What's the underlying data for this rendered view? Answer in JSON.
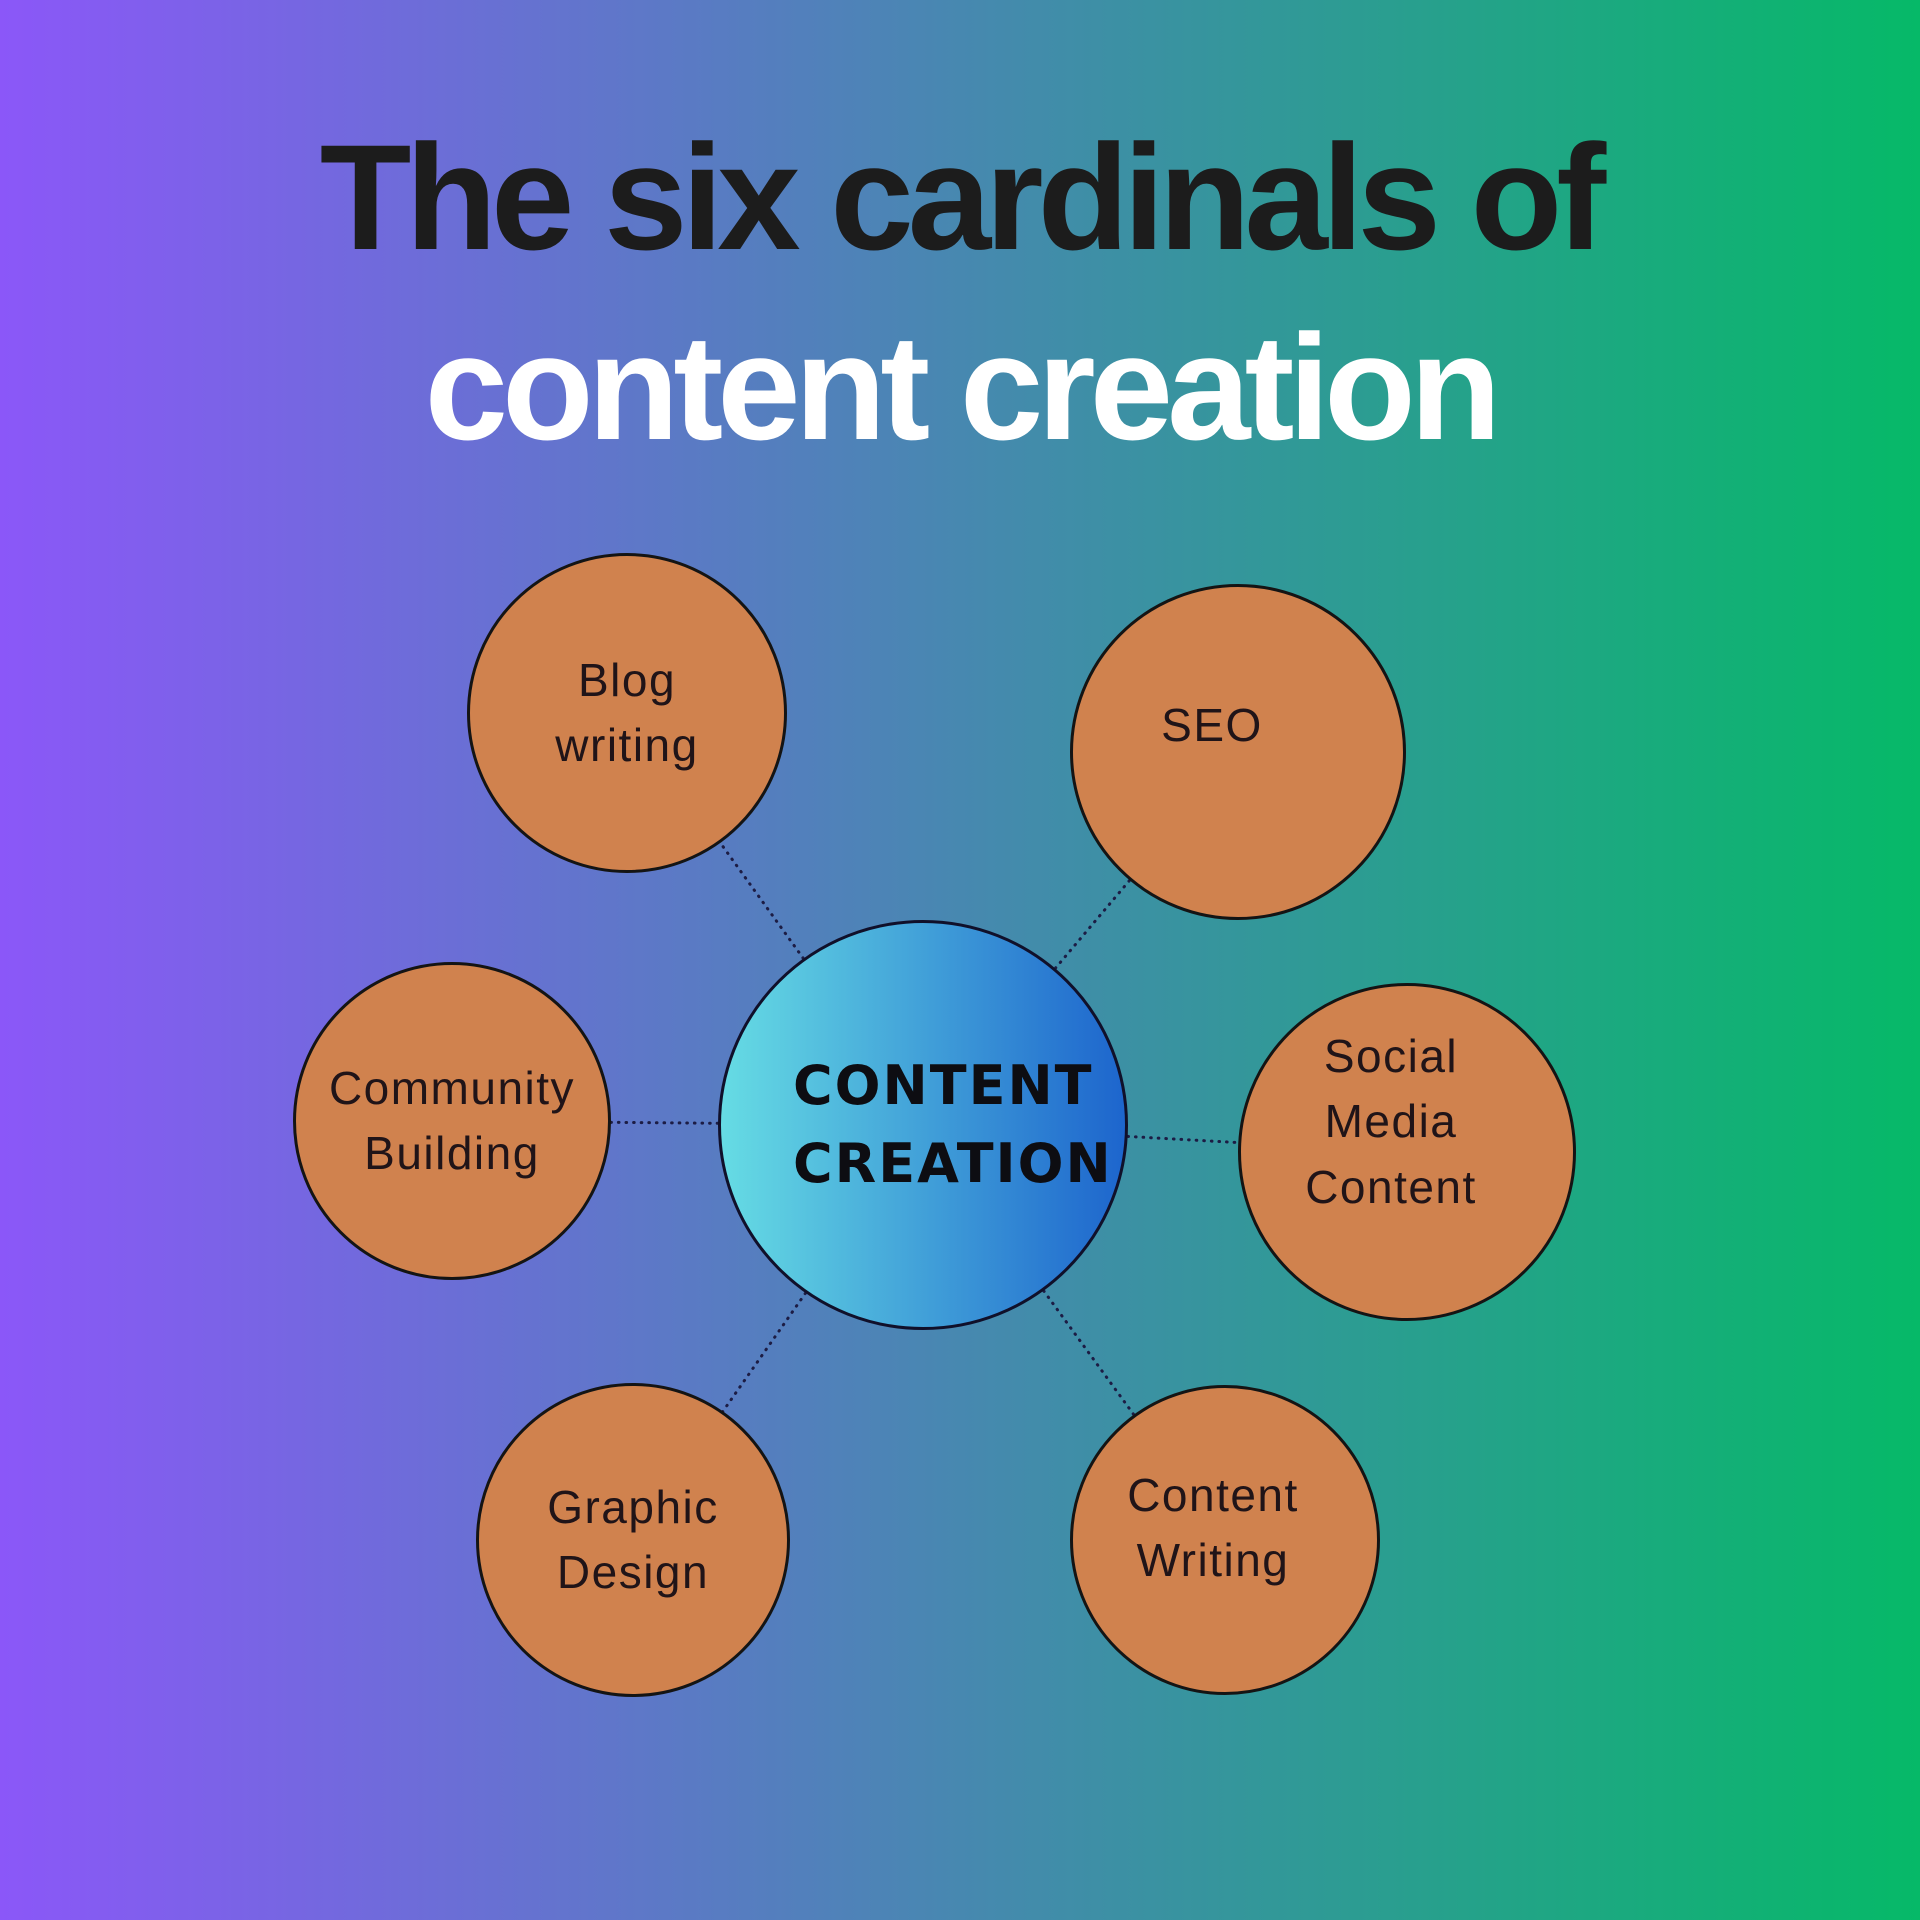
{
  "title": {
    "line1": "The six cardinals of",
    "line2": "content creation"
  },
  "center_node": {
    "label": "CONTENT CREATION",
    "line1": "CONTENT",
    "line2": "CREATION"
  },
  "nodes": [
    {
      "id": "blog-writing",
      "label": "Blog writing",
      "lines": [
        "Blog",
        "writing"
      ]
    },
    {
      "id": "seo",
      "label": "SEO",
      "lines": [
        "SEO"
      ]
    },
    {
      "id": "community-building",
      "label": "Community Building",
      "lines": [
        "Community",
        "Building"
      ]
    },
    {
      "id": "social-media-content",
      "label": "Social Media Content",
      "lines": [
        "Social",
        "Media",
        "Content"
      ]
    },
    {
      "id": "graphic-design",
      "label": "Graphic Design",
      "lines": [
        "Graphic",
        "Design"
      ]
    },
    {
      "id": "content-writing",
      "label": "Content Writing",
      "lines": [
        "Content",
        "Writing"
      ]
    }
  ],
  "colors": {
    "background_gradient_left": "#8b57f8",
    "background_gradient_right": "#06b968",
    "node_fill": "#d0824e",
    "node_border": "#141414",
    "center_gradient_left": "#66dce4",
    "center_gradient_right": "#1d65cd",
    "title_line1": "#1c1c1c",
    "title_line2": "#ffffff",
    "connector": "#1c1c44",
    "label_text": "#201418"
  }
}
